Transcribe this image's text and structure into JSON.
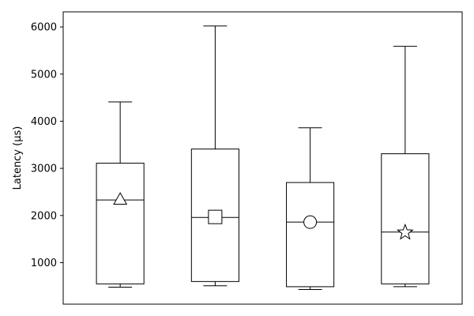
{
  "chart_data": {
    "type": "box",
    "title": "",
    "xlabel": "",
    "ylabel": "Latency (µs)",
    "ylim": [
      120,
      6320
    ],
    "yticks": [
      1000,
      2000,
      3000,
      4000,
      5000,
      6000
    ],
    "ytick_labels": [
      "1000",
      "2000",
      "3000",
      "4000",
      "5000",
      "6000"
    ],
    "grid": false,
    "legend": "none",
    "boxes": [
      {
        "whisker_low": 480,
        "q1": 550,
        "median": 2330,
        "q3": 3110,
        "whisker_high": 4410,
        "mean": 2330,
        "mean_marker": "triangle"
      },
      {
        "whisker_low": 510,
        "q1": 600,
        "median": 1960,
        "q3": 3410,
        "whisker_high": 6020,
        "mean": 1970,
        "mean_marker": "square"
      },
      {
        "whisker_low": 430,
        "q1": 490,
        "median": 1860,
        "q3": 2700,
        "whisker_high": 3860,
        "mean": 1860,
        "mean_marker": "circle"
      },
      {
        "whisker_low": 490,
        "q1": 550,
        "median": 1650,
        "q3": 3310,
        "whisker_high": 5590,
        "mean": 1640,
        "mean_marker": "star"
      }
    ],
    "colors": {
      "line": "#000000",
      "box_fill": "#ffffff",
      "marker_fill": "#ffffff"
    }
  }
}
